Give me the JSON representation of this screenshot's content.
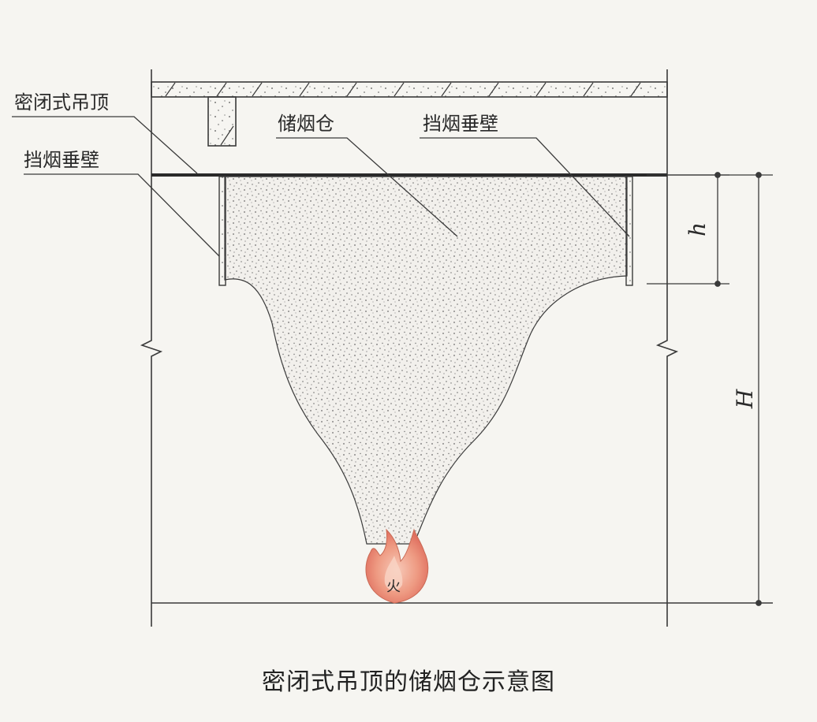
{
  "labels": {
    "ceiling_left": "密闭式吊顶",
    "smoke_wall_left": "挡烟垂壁",
    "smoke_store": "储烟仓",
    "smoke_wall_right": "挡烟垂壁",
    "fire": "火",
    "dim_h": "h",
    "dim_H": "H"
  },
  "caption": "密闭式吊顶的储烟仓示意图",
  "colors": {
    "line": "#3a3a3a",
    "smoke_fill": "#f4f2ee",
    "smoke_dots": "#6b6b6b",
    "fire_outer": "#e9836e",
    "fire_inner": "#f4b7a5",
    "background": "#f6f5f1"
  }
}
